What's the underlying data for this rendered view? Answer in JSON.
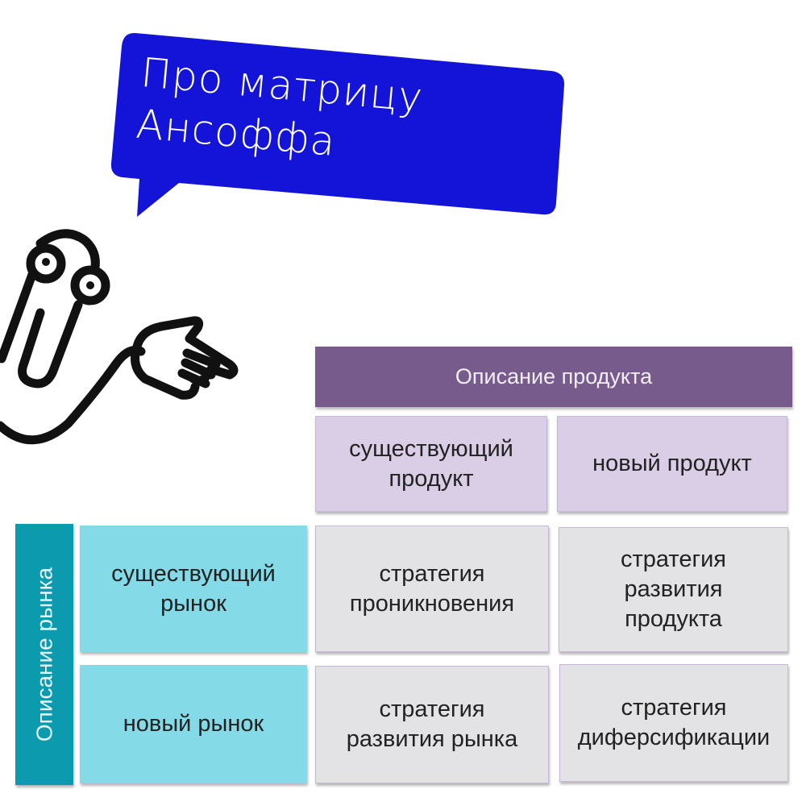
{
  "bubble": {
    "line1": "Про матрицу",
    "line2": "Ансоффа",
    "color": "#1414d8"
  },
  "mascot": {
    "icon": "paperclip-assistant-pointing-icon"
  },
  "matrix": {
    "product_header": "Описание продукта",
    "market_header": "Описание рынка",
    "columns": [
      {
        "line1": "существующий",
        "line2": "продукт"
      },
      {
        "line1": "новый продукт"
      }
    ],
    "rows": [
      {
        "line1": "существующий",
        "line2": "рынок"
      },
      {
        "line1": "новый рынок"
      }
    ],
    "cells": [
      [
        {
          "line1": "стратегия",
          "line2": "проникновения"
        },
        {
          "line1": "стратегия",
          "line2": "развития",
          "line3": "продукта"
        }
      ],
      [
        {
          "line1": "стратегия",
          "line2": "развития рынка"
        },
        {
          "line1": "стратегия",
          "line2": "диферсификации"
        }
      ]
    ],
    "colors": {
      "product_header": "#775b8d",
      "product_sub": "#dacde6",
      "market_header": "#0b9aae",
      "market_sub": "#84dae6",
      "cell": "#e3e2e4"
    }
  }
}
